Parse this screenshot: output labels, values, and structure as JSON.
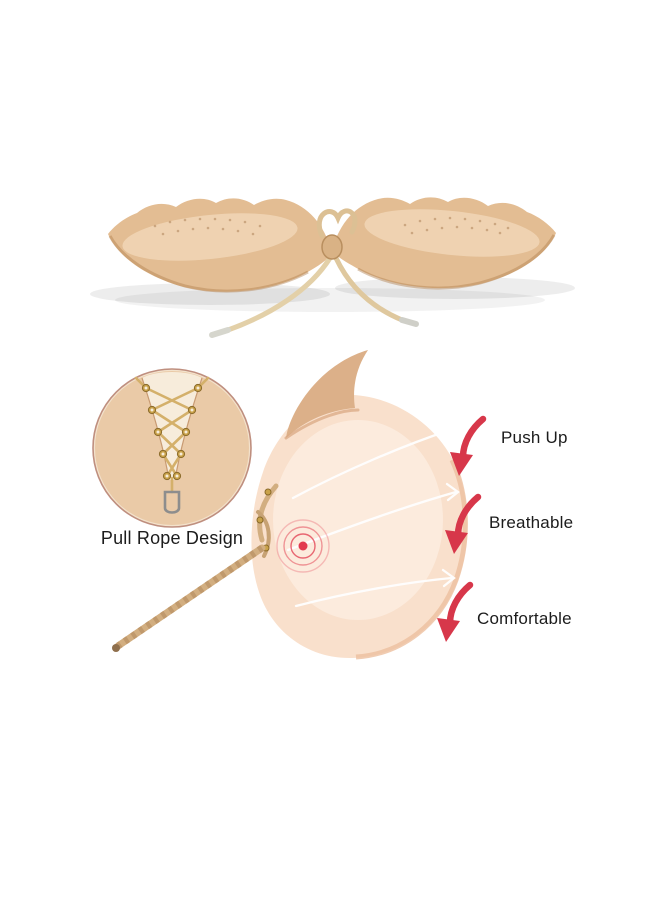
{
  "labels": {
    "pull_rope": "Pull Rope Design",
    "push_up": "Push Up",
    "breathable": "Breathable",
    "comfortable": "Comfortable"
  },
  "colors": {
    "background": "#ffffff",
    "nude": "#e3bd93",
    "nude_highlight": "#f4dcbd",
    "nude_shadow": "#b1804f",
    "cup_light": "#f9e0cc",
    "cup_flap": "#dcb089",
    "accent_red": "#d7374a",
    "rope_gold": "#d2ae80",
    "eyelet_gold": "#c9a24a",
    "hook_gray": "#8d8d8d",
    "text": "#1c1c1c"
  },
  "icons": {
    "red_arrows": "curved-down-arrow-icon",
    "white_arrows": "flow-arrow-icon",
    "target": "concentric-rings-icon",
    "magnifier_inset": "zoom-circle-inset"
  }
}
